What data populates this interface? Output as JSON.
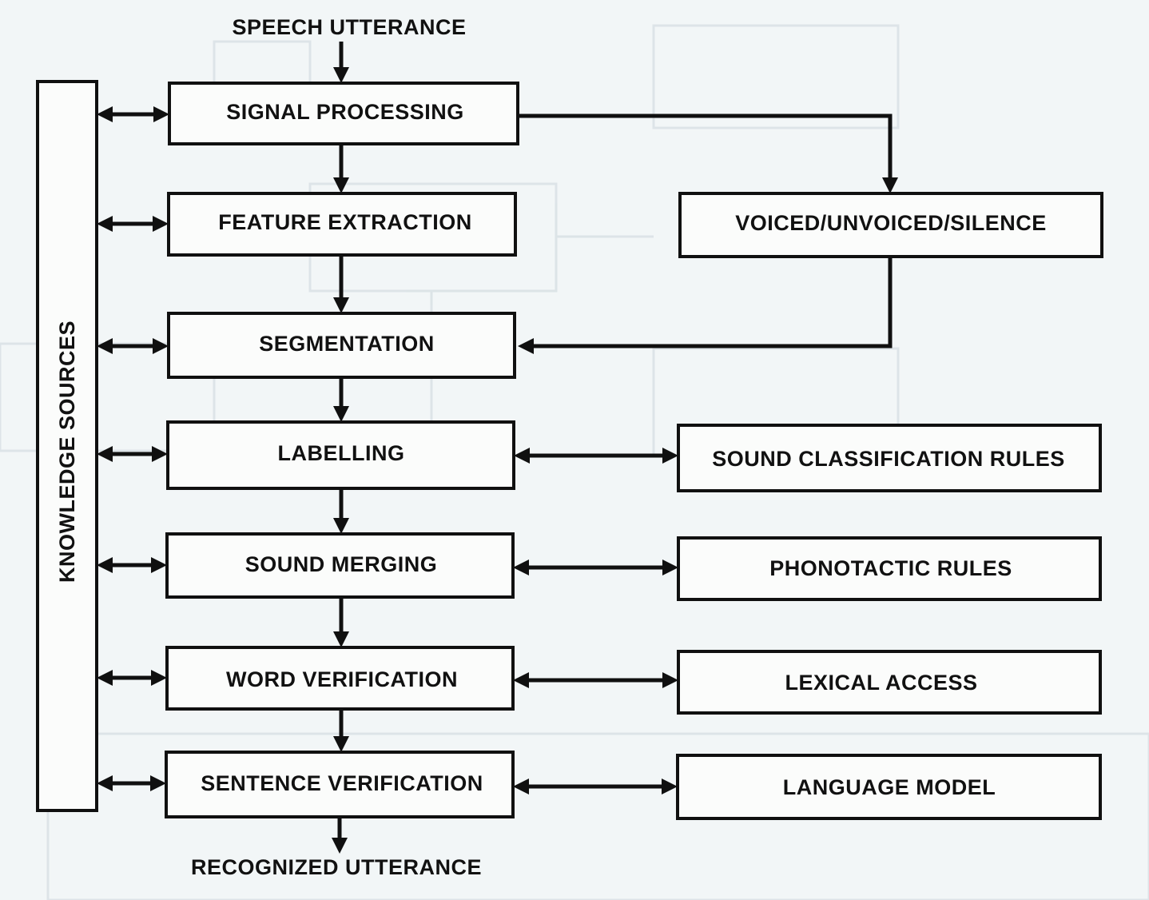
{
  "input_label": "SPEECH UTTERANCE",
  "output_label": "RECOGNIZED UTTERANCE",
  "knowledge_sources": "KNOWLEDGE SOURCES",
  "pipeline": [
    "SIGNAL PROCESSING",
    "FEATURE EXTRACTION",
    "SEGMENTATION",
    "LABELLING",
    "SOUND MERGING",
    "WORD VERIFICATION",
    "SENTENCE VERIFICATION"
  ],
  "side_modules": [
    "VOICED/UNVOICED/SILENCE",
    "SOUND CLASSIFICATION RULES",
    "PHONOTACTIC RULES",
    "LEXICAL ACCESS",
    "LANGUAGE MODEL"
  ],
  "colors": {
    "background": "#f2f6f7",
    "ink": "#101010",
    "box_fill": "#fbfcfb"
  }
}
